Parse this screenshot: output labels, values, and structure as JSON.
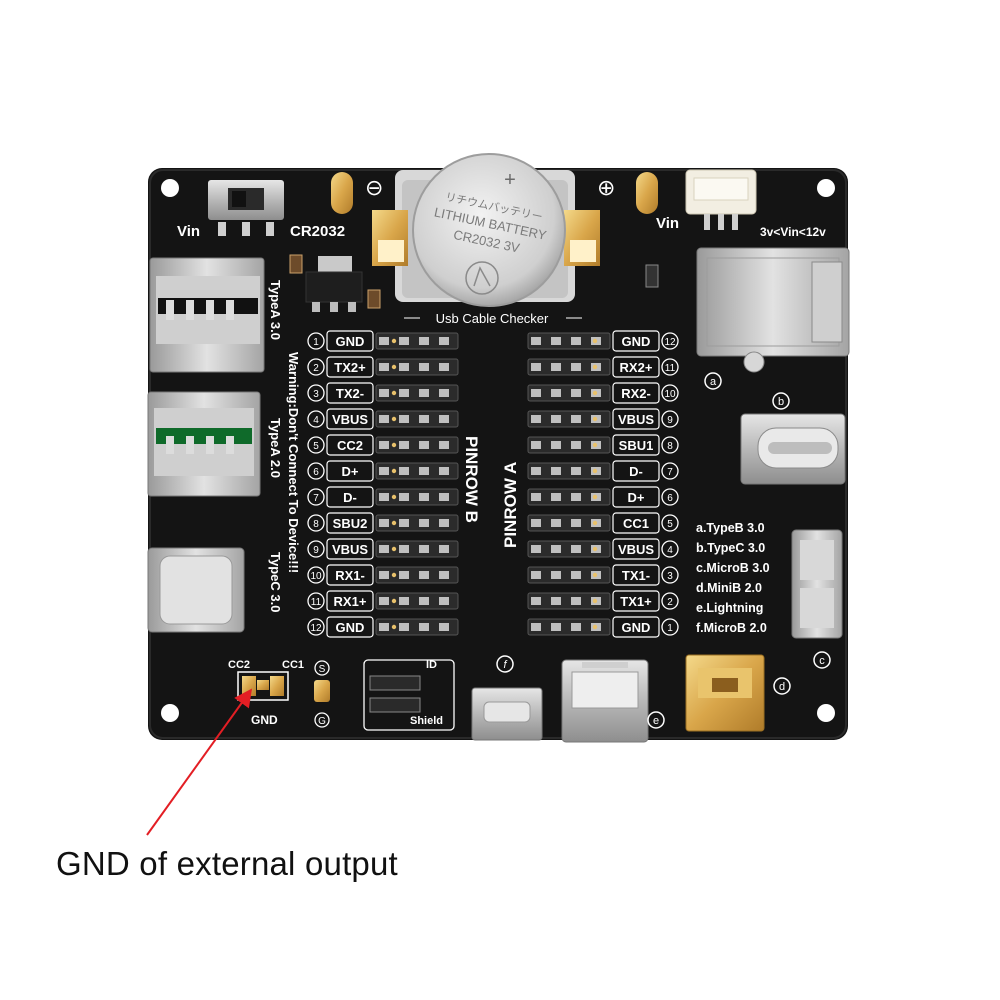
{
  "board": {
    "color": "#141414",
    "vin_left": "Vin",
    "battery_label": "CR2032",
    "vin_right": "Vin",
    "vin_range": "3v<Vin<12v",
    "minus": "⊖",
    "plus": "⊕",
    "title": "Usb Cable Checker",
    "battery": {
      "plus": "+",
      "line1": "リチウムバッテリー",
      "line2": "LITHIUM BATTERY",
      "line3": "CR2032   3V"
    },
    "left_labels": {
      "col1": "TypeA 3.0",
      "col2": "Warning:Don't Connect To Device!!!",
      "col3": "TypeA 2.0",
      "col4": "TypeC 3.0"
    },
    "pinrow_b": "PINROW B",
    "pinrow_a": "PINROW A",
    "pins_b": [
      {
        "num": "1",
        "label": "GND"
      },
      {
        "num": "2",
        "label": "TX2+"
      },
      {
        "num": "3",
        "label": "TX2-"
      },
      {
        "num": "4",
        "label": "VBUS"
      },
      {
        "num": "5",
        "label": "CC2"
      },
      {
        "num": "6",
        "label": "D+"
      },
      {
        "num": "7",
        "label": "D-"
      },
      {
        "num": "8",
        "label": "SBU2"
      },
      {
        "num": "9",
        "label": "VBUS"
      },
      {
        "num": "10",
        "label": "RX1-"
      },
      {
        "num": "11",
        "label": "RX1+"
      },
      {
        "num": "12",
        "label": "GND"
      }
    ],
    "pins_a": [
      {
        "num": "12",
        "label": "GND"
      },
      {
        "num": "11",
        "label": "RX2+"
      },
      {
        "num": "10",
        "label": "RX2-"
      },
      {
        "num": "9",
        "label": "VBUS"
      },
      {
        "num": "8",
        "label": "SBU1"
      },
      {
        "num": "7",
        "label": "D-"
      },
      {
        "num": "6",
        "label": "D+"
      },
      {
        "num": "5",
        "label": "CC1"
      },
      {
        "num": "4",
        "label": "VBUS"
      },
      {
        "num": "3",
        "label": "TX1-"
      },
      {
        "num": "2",
        "label": "TX1+"
      },
      {
        "num": "1",
        "label": "GND"
      }
    ],
    "legend": [
      "a.TypeB 3.0",
      "b.TypeC 3.0",
      "c.MicroB 3.0",
      "d.MiniB 2.0",
      "e.Lightning",
      "f.MicroB 2.0"
    ],
    "ports": {
      "a": "a",
      "b": "b",
      "c": "c",
      "d": "d",
      "e": "e",
      "f": "f"
    },
    "cc2": "CC2",
    "cc1": "CC1",
    "gnd": "GND",
    "s": "S",
    "g": "G",
    "id": "ID",
    "shield": "Shield"
  },
  "annotation": {
    "text": "GND of external output",
    "color": "#e31e24"
  }
}
